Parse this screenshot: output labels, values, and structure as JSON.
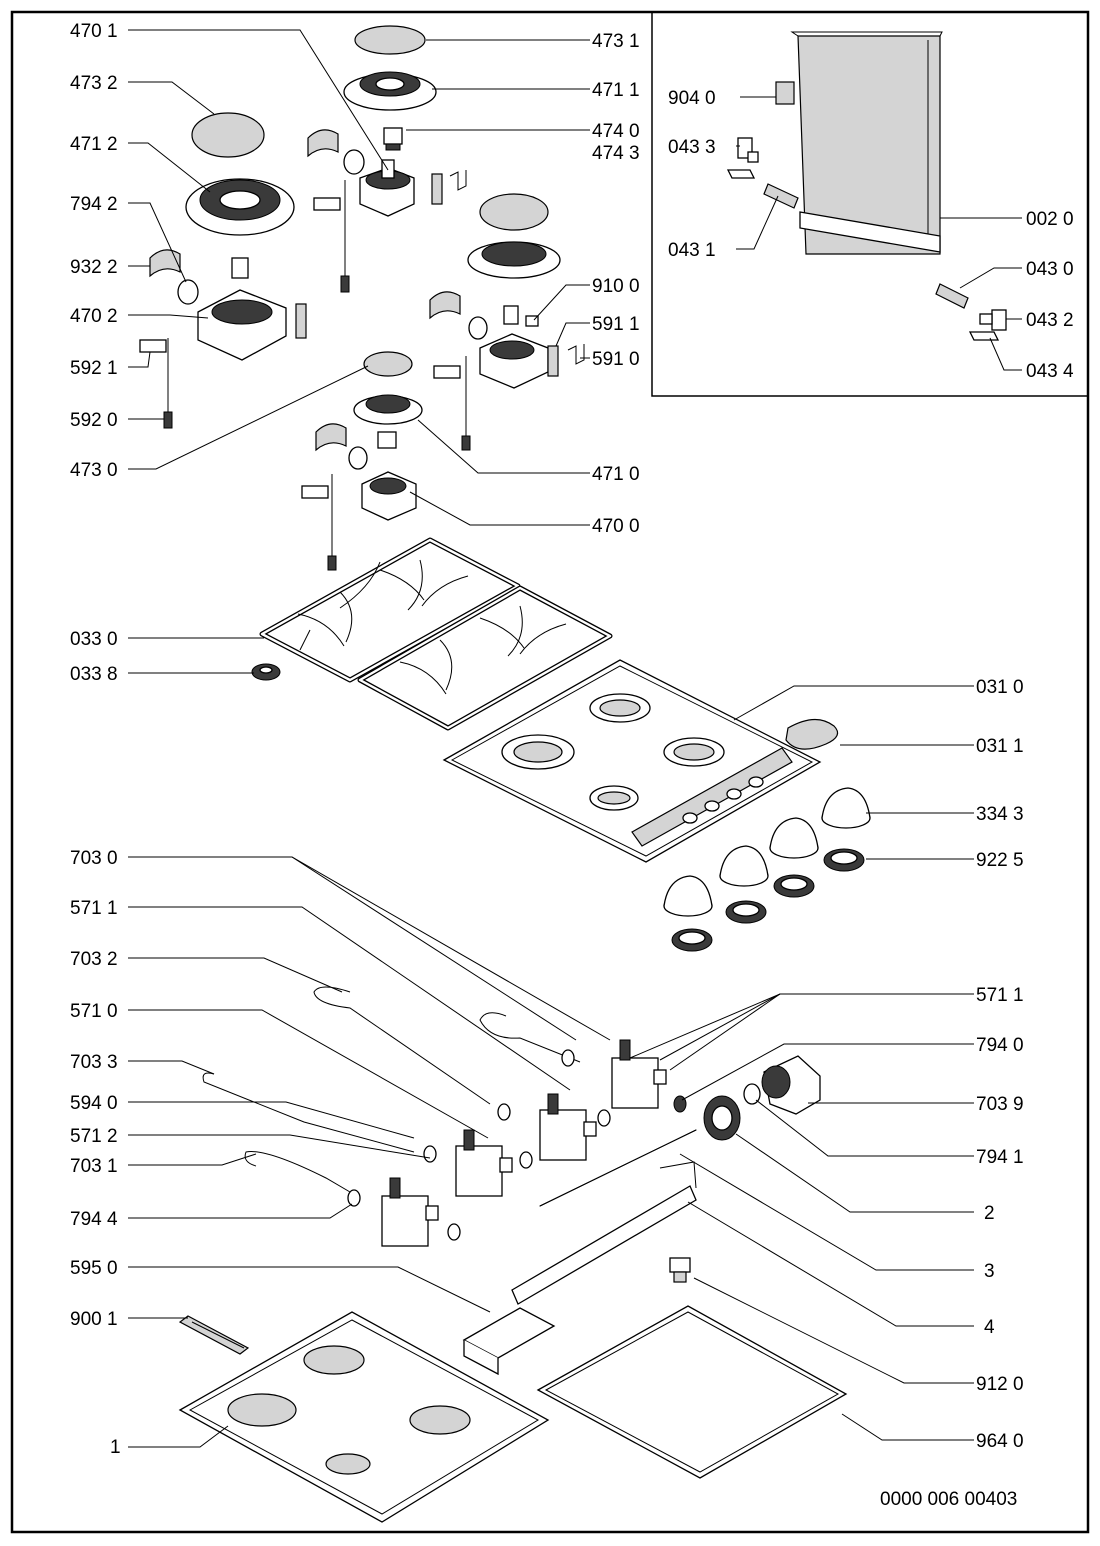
{
  "diagram": {
    "callouts": [
      {
        "id": "470-1",
        "text": "470 1"
      },
      {
        "id": "473-2",
        "text": "473 2"
      },
      {
        "id": "471-2",
        "text": "471 2"
      },
      {
        "id": "794-2",
        "text": "794 2"
      },
      {
        "id": "932-2",
        "text": "932 2"
      },
      {
        "id": "470-2",
        "text": "470 2"
      },
      {
        "id": "592-1",
        "text": "592 1"
      },
      {
        "id": "592-0",
        "text": "592 0"
      },
      {
        "id": "473-0",
        "text": "473 0"
      },
      {
        "id": "033-0",
        "text": "033 0"
      },
      {
        "id": "033-8",
        "text": "033 8"
      },
      {
        "id": "703-0",
        "text": "703 0"
      },
      {
        "id": "571-1-left",
        "text": "571 1"
      },
      {
        "id": "703-2",
        "text": "703 2"
      },
      {
        "id": "571-0",
        "text": "571 0"
      },
      {
        "id": "703-3",
        "text": "703 3"
      },
      {
        "id": "594-0",
        "text": "594 0"
      },
      {
        "id": "571-2",
        "text": "571 2"
      },
      {
        "id": "703-1",
        "text": "703 1"
      },
      {
        "id": "794-4",
        "text": "794 4"
      },
      {
        "id": "595-0",
        "text": "595 0"
      },
      {
        "id": "900-1",
        "text": "900 1"
      },
      {
        "id": "1",
        "text": "1"
      },
      {
        "id": "473-1",
        "text": "473 1"
      },
      {
        "id": "471-1",
        "text": "471 1"
      },
      {
        "id": "474-0",
        "text": "474 0"
      },
      {
        "id": "474-3",
        "text": "474 3"
      },
      {
        "id": "910-0",
        "text": "910 0"
      },
      {
        "id": "591-1",
        "text": "591 1"
      },
      {
        "id": "591-0",
        "text": "591 0"
      },
      {
        "id": "471-0",
        "text": "471 0"
      },
      {
        "id": "470-0",
        "text": "470 0"
      },
      {
        "id": "904-0",
        "text": "904 0"
      },
      {
        "id": "043-3",
        "text": "043 3"
      },
      {
        "id": "043-1",
        "text": "043 1"
      },
      {
        "id": "002-0",
        "text": "002 0"
      },
      {
        "id": "043-0",
        "text": "043 0"
      },
      {
        "id": "043-2",
        "text": "043 2"
      },
      {
        "id": "043-4",
        "text": "043 4"
      },
      {
        "id": "031-0",
        "text": "031 0"
      },
      {
        "id": "031-1",
        "text": "031 1"
      },
      {
        "id": "334-3",
        "text": "334 3"
      },
      {
        "id": "922-5",
        "text": "922 5"
      },
      {
        "id": "571-1-right",
        "text": "571 1"
      },
      {
        "id": "794-0",
        "text": "794 0"
      },
      {
        "id": "703-9",
        "text": "703 9"
      },
      {
        "id": "794-1",
        "text": "794 1"
      },
      {
        "id": "2",
        "text": "2"
      },
      {
        "id": "3",
        "text": "3"
      },
      {
        "id": "4",
        "text": "4"
      },
      {
        "id": "912-0",
        "text": "912 0"
      },
      {
        "id": "964-0",
        "text": "964 0"
      }
    ],
    "document_number": "0000 006 00403"
  }
}
